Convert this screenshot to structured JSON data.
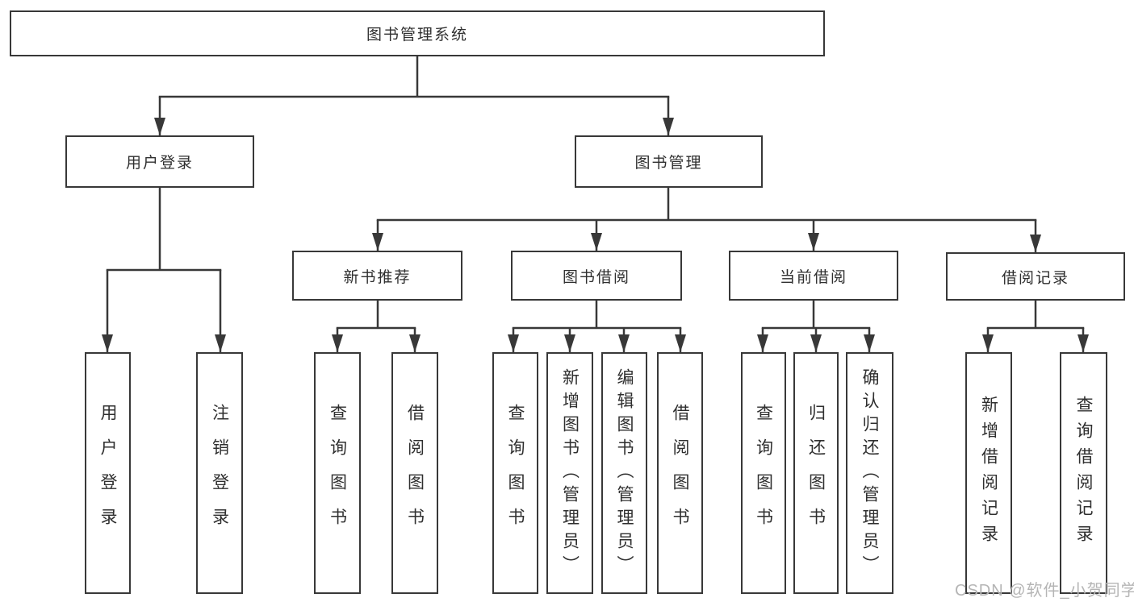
{
  "tree": {
    "label": "图书管理系统",
    "children": [
      {
        "label": "用户登录",
        "children": [
          {
            "label": "用户登录"
          },
          {
            "label": "注销登录"
          }
        ]
      },
      {
        "label": "图书管理",
        "children": [
          {
            "label": "新书推荐",
            "children": [
              {
                "label": "查询图书"
              },
              {
                "label": "借阅图书"
              }
            ]
          },
          {
            "label": "图书借阅",
            "children": [
              {
                "label": "查询图书"
              },
              {
                "label": "新增图书（管理员）"
              },
              {
                "label": "编辑图书（管理员）"
              },
              {
                "label": "借阅图书"
              }
            ]
          },
          {
            "label": "当前借阅",
            "children": [
              {
                "label": "查询图书"
              },
              {
                "label": "归还图书"
              },
              {
                "label": "确认归还（管理员）"
              }
            ]
          },
          {
            "label": "借阅记录",
            "children": [
              {
                "label": "新增借阅记录"
              },
              {
                "label": "查询借阅记录"
              }
            ]
          }
        ]
      }
    ]
  },
  "watermark": {
    "text": "CSDN @软件_小贺同学"
  },
  "colors": {
    "line": "#383838",
    "box_border": "#383838",
    "text": "#2f2f2f",
    "watermark": "#b5b5b5",
    "background": "#ffffff"
  }
}
